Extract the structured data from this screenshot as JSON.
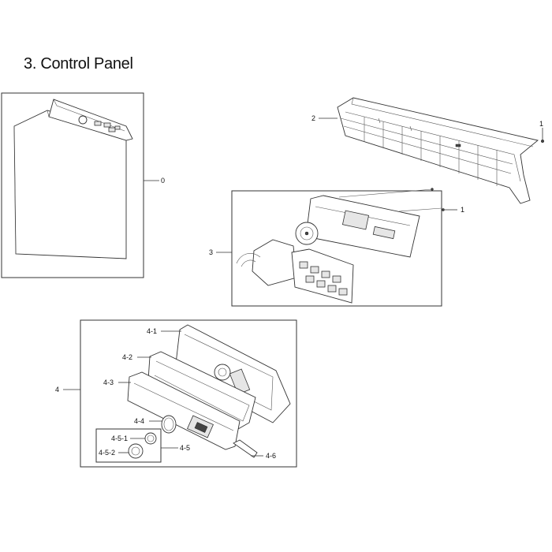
{
  "page": {
    "title": "3. Control Panel"
  },
  "callouts": {
    "c0": "0",
    "c1a": "1",
    "c1b": "1",
    "c2": "2",
    "c3": "3",
    "c4": "4",
    "c4_1": "4-1",
    "c4_2": "4-2",
    "c4_3": "4-3",
    "c4_4": "4-4",
    "c4_5": "4-5",
    "c4_5_1": "4-5-1",
    "c4_5_2": "4-5-2",
    "c4_6": "4-6"
  }
}
